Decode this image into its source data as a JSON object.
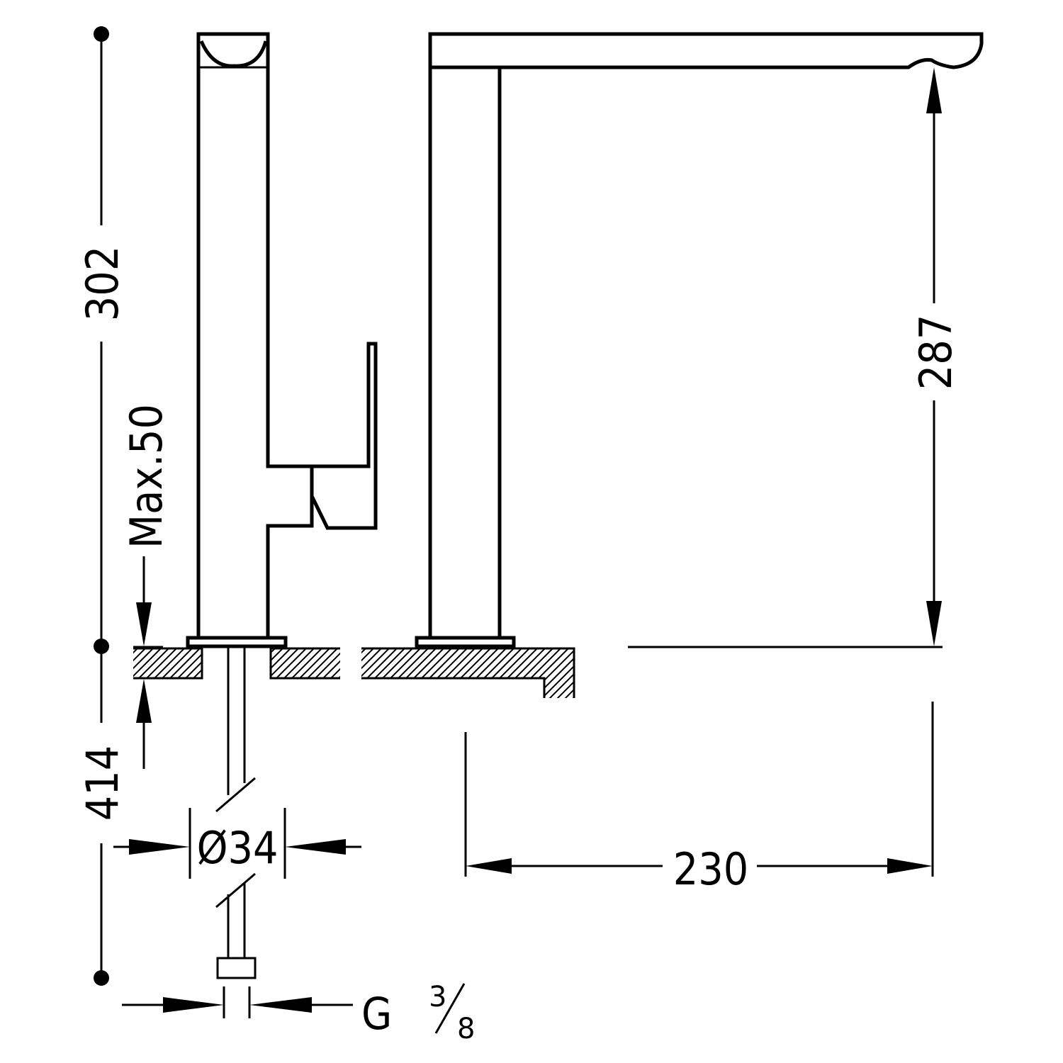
{
  "drawing": {
    "dimensions": {
      "total_height": "302",
      "below_counter": "414",
      "max_counter_thickness": "Max.50",
      "spout_height": "287",
      "spout_reach": "230",
      "body_diameter": "Ø34",
      "connection_letter": "G",
      "connection_size_num": "3",
      "connection_size_den": "8"
    }
  }
}
